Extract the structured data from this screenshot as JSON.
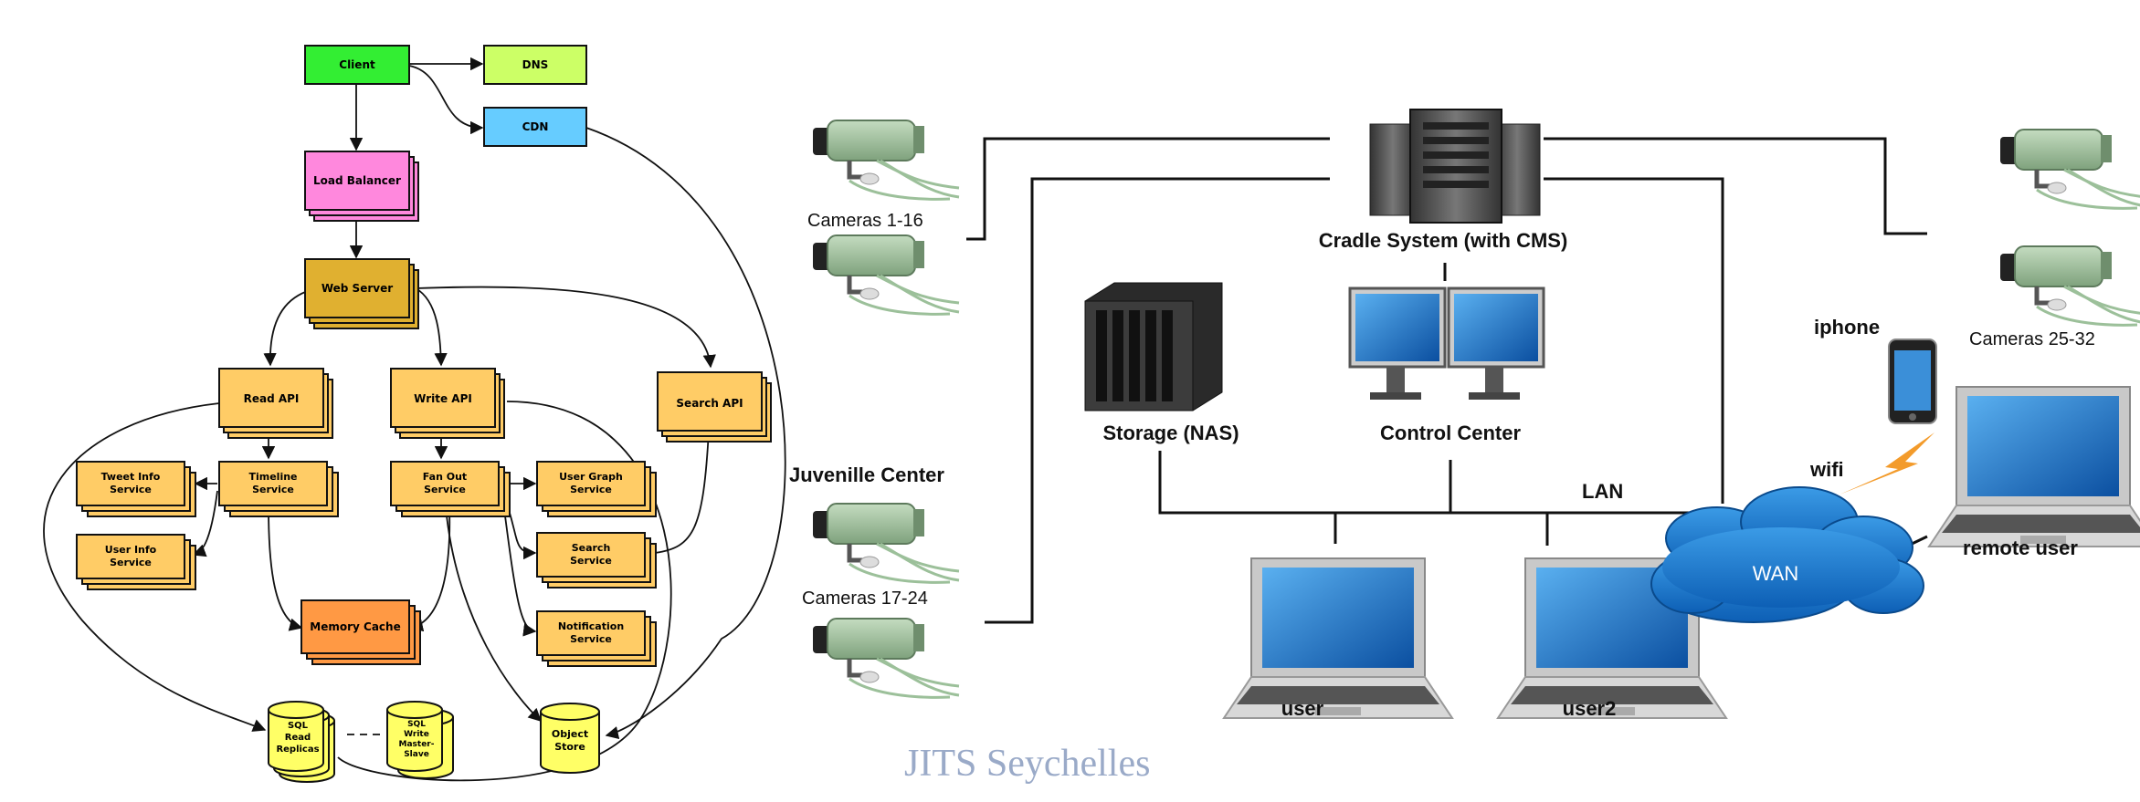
{
  "left_diagram": {
    "client": "Client",
    "dns": "DNS",
    "cdn": "CDN",
    "load_balancer": "Load Balancer",
    "web_server": "Web Server",
    "read_api": "Read API",
    "write_api": "Write API",
    "search_api": "Search API",
    "tweet_info_service": [
      "Tweet Info",
      "Service"
    ],
    "timeline_service": [
      "Timeline",
      "Service"
    ],
    "fan_out_service": [
      "Fan Out",
      "Service"
    ],
    "user_graph_service": [
      "User Graph",
      "Service"
    ],
    "user_info_service": [
      "User Info",
      "Service"
    ],
    "search_service": [
      "Search",
      "Service"
    ],
    "notification_service": [
      "Notification",
      "Service"
    ],
    "memory_cache": "Memory Cache",
    "sql_read_replicas": [
      "SQL",
      "Read",
      "Replicas"
    ],
    "sql_write_master_slave": [
      "SQL",
      "Write",
      "Master-",
      "Slave"
    ],
    "object_store": [
      "Object",
      "Store"
    ]
  },
  "right_diagram": {
    "cameras_1_16": "Cameras 1-16",
    "cameras_17_24": "Cameras 17-24",
    "cameras_25_32": "Cameras 25-32",
    "cradle_system": "Cradle System (with CMS)",
    "storage": "Storage (NAS)",
    "control_center": "Control Center",
    "juvenille_center": "Juvenille Center",
    "lan": "LAN",
    "iphone": "iphone",
    "wifi": "wifi",
    "wan": "WAN",
    "remote_user": "remote user",
    "user": "user",
    "user2": "user2",
    "watermark": "JITS Seychelles"
  },
  "colors": {
    "client": "#33ee33",
    "dns": "#ccff66",
    "cdn": "#66ccff",
    "load_balancer": "#ff88dd",
    "web_server": "#e0b030",
    "api": "#ffcc66",
    "services": "#ffcc66",
    "memory_cache": "#ff9944",
    "db": "#ffff66",
    "cloud": "#1a77cc",
    "camera": "#9cc09a",
    "watermark": "#9aaac8"
  }
}
